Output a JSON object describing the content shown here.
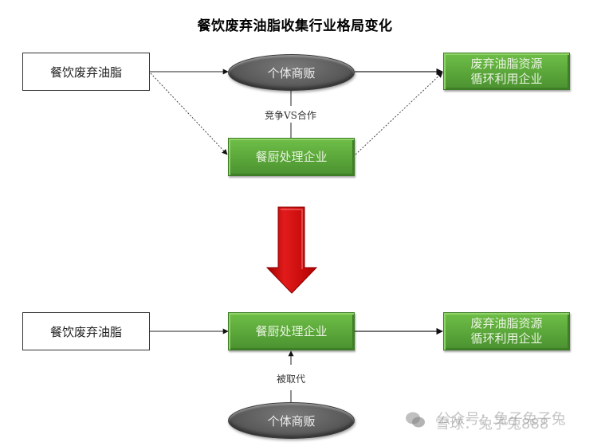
{
  "title": "餐饮废弃油脂收集行业格局变化",
  "before": {
    "source": "餐饮废弃油脂",
    "vendor": "个体商贩",
    "processor": "餐厨处理企业",
    "recycler_line1": "废弃油脂资源",
    "recycler_line2": "循环利用企业",
    "relation_label": "竞争VS合作"
  },
  "transition_arrow": {
    "icon": "down-arrow-icon",
    "color": "#cc0000"
  },
  "after": {
    "source": "餐饮废弃油脂",
    "processor": "餐厨处理企业",
    "recycler_line1": "废弃油脂资源",
    "recycler_line2": "循环利用企业",
    "relation_label": "被取代",
    "vendor": "个体商贩"
  },
  "watermark": {
    "icon": "wechat-icon",
    "line1": "公众号：兔子兔子兔",
    "line2": "雪球：兔子兔888"
  },
  "colors": {
    "green": "#5aa63a",
    "oval_gray": "#5a5a5a",
    "arrow_red": "#cc0000"
  }
}
